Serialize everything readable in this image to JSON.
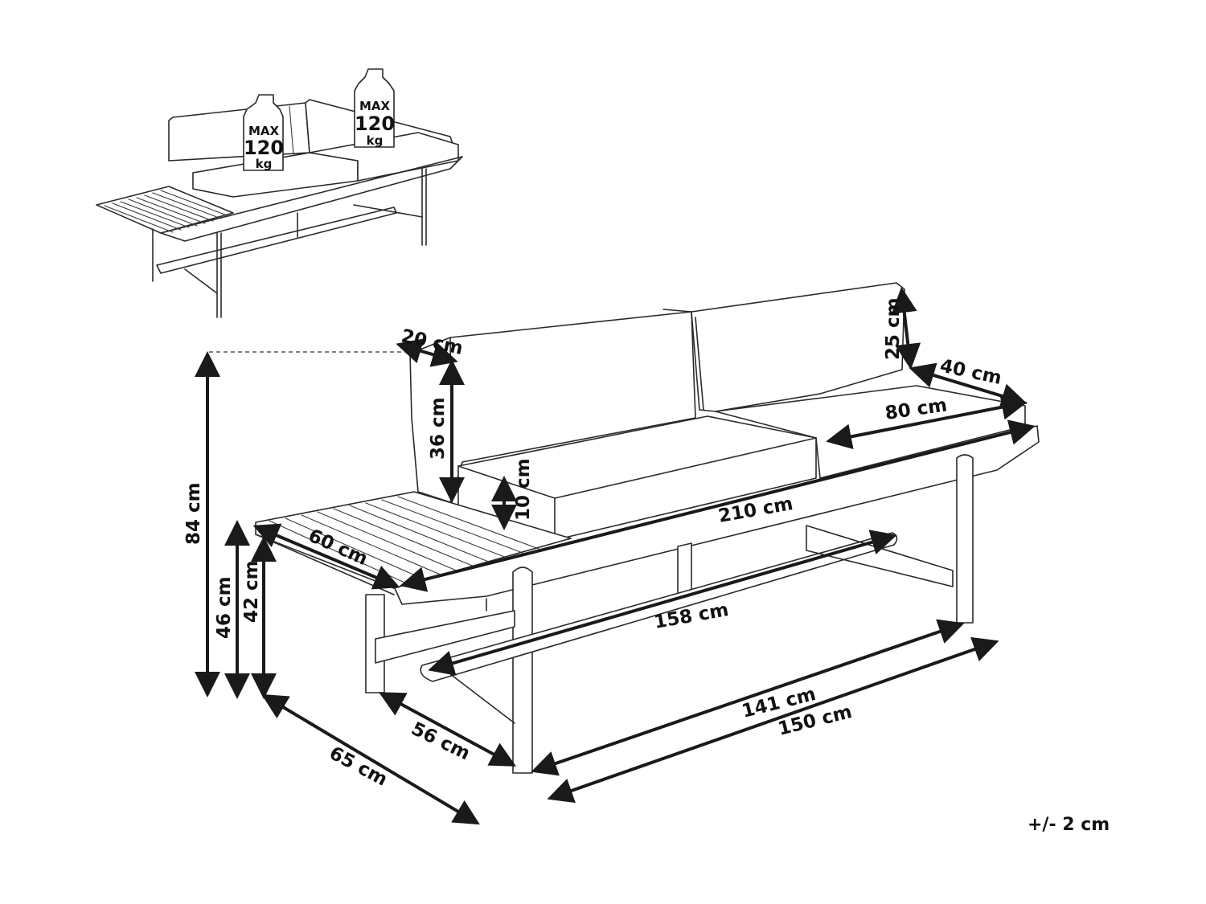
{
  "weights": {
    "left": {
      "line1": "MAX",
      "line2": "120",
      "line3": "kg"
    },
    "right": {
      "line1": "MAX",
      "line2": "120",
      "line3": "kg"
    }
  },
  "dimensions": {
    "overall_height": "84 cm",
    "shelf_height": "46 cm",
    "leg_height": "42 cm",
    "back_top_width": "20 cm",
    "back_height": "36 cm",
    "back_cushion_height": "25 cm",
    "seat_depth": "40 cm",
    "cushion_width": "80 cm",
    "seat_cushion_height": "10 cm",
    "shelf_width": "60 cm",
    "total_length": "210 cm",
    "bar_length": "158 cm",
    "leg_span_length": "141 cm",
    "base_length": "150 cm",
    "leg_depth": "56 cm",
    "total_depth": "65 cm"
  },
  "tolerance": "+/- 2 cm"
}
